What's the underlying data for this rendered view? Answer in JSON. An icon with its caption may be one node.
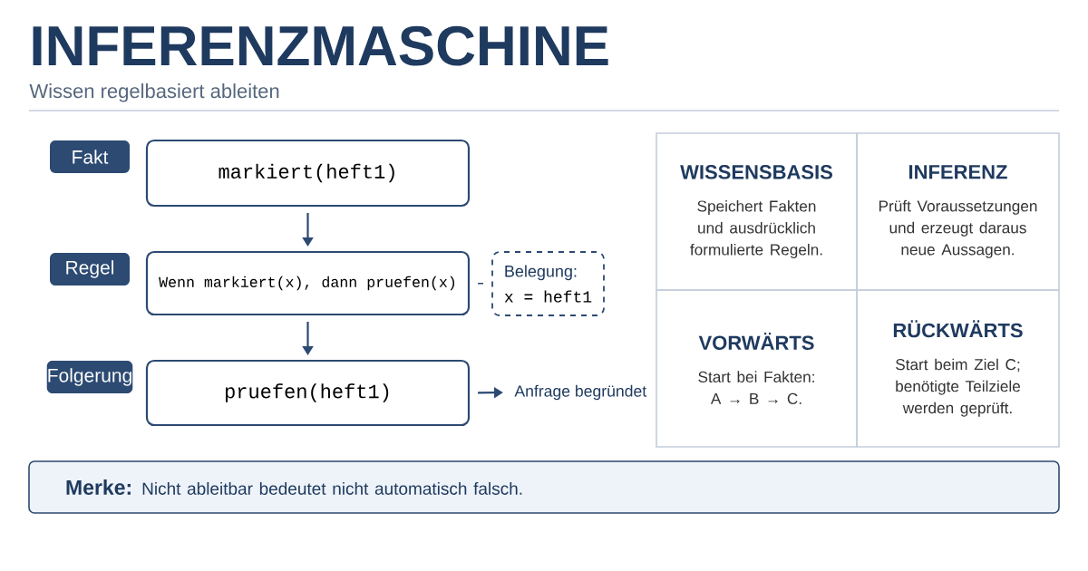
{
  "diagram": {
    "title": "INFERENZMASCHINE",
    "nodes": [
      {
        "text": [
          "Fakt"
        ]
      },
      {
        "text": [
          "markiert(heft1)"
        ]
      },
      {
        "text": [
          "Regel"
        ]
      },
      {
        "text": [
          "Wenn markiert(x), dann pruefen(x)"
        ]
      },
      {
        "text": [
          "Belegung:",
          "x = heft1"
        ]
      },
      {
        "text": [
          "Folgerung"
        ]
      },
      {
        "text": [
          "pruefen(heft1)"
        ]
      },
      {
        "text": [
          "Anfrage begründet"
        ]
      },
      {
        "text": [
          "WISSENSBASIS",
          "Speichert Fakten und ausdrücklich formulierte Regeln."
        ]
      },
      {
        "text": [
          "INFERENZ",
          "Prüft Voraussetzungen und erzeugt daraus neue Aussagen."
        ]
      },
      {
        "text": [
          "VORWÄRTS",
          "Start bei Fakten: A → B → C."
        ]
      },
      {
        "text": [
          "RÜCKWÄRTS",
          "Start beim Ziel C; benötigte Teilziele werden geprüft."
        ]
      },
      {
        "text": [
          "Merke:",
          "Nicht ableitbar bedeutet nicht automatisch falsch."
        ]
      }
    ],
    "edges": [
      {
        "from": 1,
        "to": 3,
        "arrow": "to"
      },
      {
        "from": 3,
        "to": 6,
        "arrow": "to"
      },
      {
        "from": 3,
        "to": 4,
        "arrow": "none",
        "style": "dashed"
      },
      {
        "from": 6,
        "to": 7,
        "arrow": "to"
      }
    ],
    "labels": [
      "Wissen regelbasiert ableiten"
    ]
  }
}
